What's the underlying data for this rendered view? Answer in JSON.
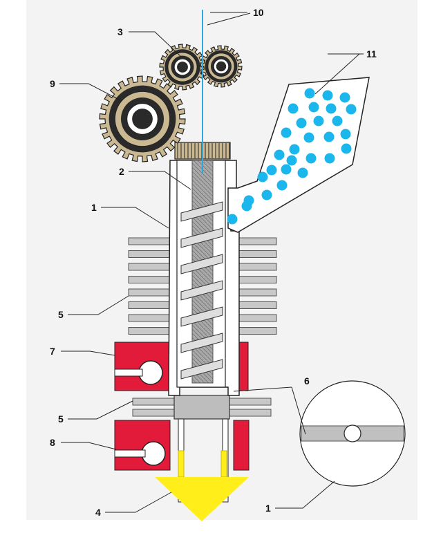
{
  "labels": {
    "l1_tube": "1",
    "l2_screw": "2",
    "l3_gears": "3",
    "l4_arrow": "4",
    "l5_fins": "5",
    "l5_plate": "5",
    "l6_plate": "6",
    "l7_heater_top": "7",
    "l8_heater_bottom": "8",
    "l9_gear": "9",
    "l10_filament": "10",
    "l11_hopper": "11",
    "l1_detail": "1"
  },
  "colors": {
    "heater": "#e31b3b",
    "pellet": "#1ab6ec",
    "filament": "#2fa7e0",
    "arrow": "#ffee1a",
    "fin": "#c8c8c8",
    "gear_dark": "#2a2a2a",
    "gear_tan": "#c9b892",
    "screw_core": "#b5b5b5",
    "screw_flight": "#dedede",
    "block": "#bdbdbd"
  },
  "icons": {
    "gear": "gear-icon",
    "pellet": "pellet-icon",
    "arrow": "down-arrow-icon"
  }
}
